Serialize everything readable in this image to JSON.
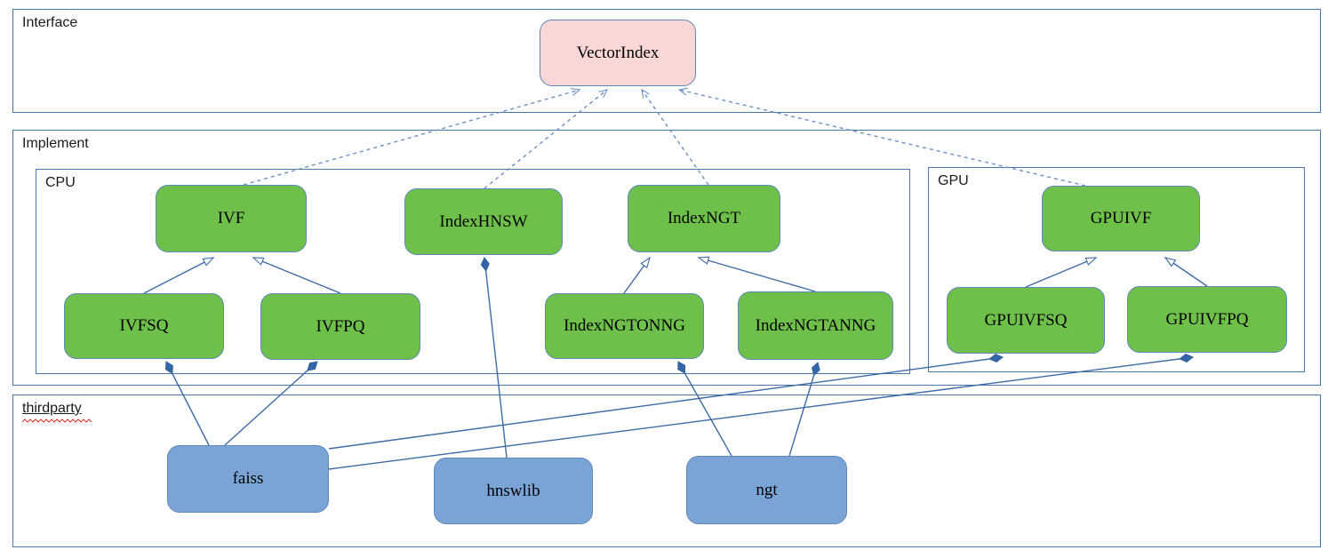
{
  "containers": {
    "interface": {
      "label": "Interface"
    },
    "implement": {
      "label": "Implement"
    },
    "cpu": {
      "label": "CPU"
    },
    "gpu": {
      "label": "GPU"
    },
    "thirdparty": {
      "label": "thirdparty"
    }
  },
  "nodes": {
    "vectorindex": {
      "label": "VectorIndex",
      "group": "interface"
    },
    "ivf": {
      "label": "IVF",
      "group": "cpu"
    },
    "indexhnsw": {
      "label": "IndexHNSW",
      "group": "cpu"
    },
    "indexngt": {
      "label": "IndexNGT",
      "group": "cpu"
    },
    "ivfsq": {
      "label": "IVFSQ",
      "group": "cpu"
    },
    "ivfpq": {
      "label": "IVFPQ",
      "group": "cpu"
    },
    "indexngtonng": {
      "label": "IndexNGTONNG",
      "group": "cpu"
    },
    "indexngtanng": {
      "label": "IndexNGTANNG",
      "group": "cpu"
    },
    "gpuivf": {
      "label": "GPUIVF",
      "group": "gpu"
    },
    "gpuivfsq": {
      "label": "GPUIVFSQ",
      "group": "gpu"
    },
    "gpuivfpq": {
      "label": "GPUIVFPQ",
      "group": "gpu"
    },
    "faiss": {
      "label": "faiss",
      "group": "thirdparty"
    },
    "hnswlib": {
      "label": "hnswlib",
      "group": "thirdparty"
    },
    "ngt": {
      "label": "ngt",
      "group": "thirdparty"
    }
  },
  "edges": {
    "realization": [
      {
        "from": "IVF",
        "to": "VectorIndex"
      },
      {
        "from": "IndexHNSW",
        "to": "VectorIndex"
      },
      {
        "from": "IndexNGT",
        "to": "VectorIndex"
      },
      {
        "from": "GPUIVF",
        "to": "VectorIndex"
      }
    ],
    "generalization": [
      {
        "from": "IVFSQ",
        "to": "IVF"
      },
      {
        "from": "IVFPQ",
        "to": "IVF"
      },
      {
        "from": "IndexNGTONNG",
        "to": "IndexNGT"
      },
      {
        "from": "IndexNGTANNG",
        "to": "IndexNGT"
      },
      {
        "from": "GPUIVFSQ",
        "to": "GPUIVF"
      },
      {
        "from": "GPUIVFPQ",
        "to": "GPUIVF"
      }
    ],
    "composition": [
      {
        "owner": "IVFSQ",
        "part": "faiss"
      },
      {
        "owner": "IVFPQ",
        "part": "faiss"
      },
      {
        "owner": "IndexHNSW",
        "part": "hnswlib"
      },
      {
        "owner": "IndexNGTONNG",
        "part": "ngt"
      },
      {
        "owner": "IndexNGTANNG",
        "part": "ngt"
      },
      {
        "owner": "GPUIVFSQ",
        "part": "faiss"
      },
      {
        "owner": "GPUIVFPQ",
        "part": "faiss"
      }
    ]
  },
  "colors": {
    "green-fill": "#6fbf4b",
    "blue-fill": "#7ba4d6",
    "pink-fill": "#f8d7d6",
    "node-border": "#5f87b8",
    "container-border": "#4976ac",
    "line": "#3d6ba5",
    "dashed-line": "#6b8fc6",
    "diamond-fill": "#3465a4",
    "squiggle": "#d93025",
    "text": "#000000",
    "label-text": "#1a1a1a",
    "bg": "#ffffff"
  }
}
